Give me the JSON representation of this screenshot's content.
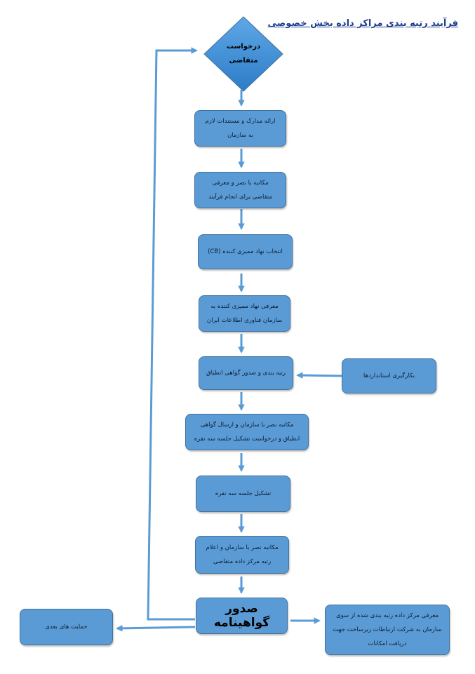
{
  "title": "فرآیند رتبه بندی مراکز داده بخش خصوصی",
  "start": {
    "line1": "درخواست",
    "line2": "متقاضی"
  },
  "steps": [
    "ارائه مدارک و مستندات لازم به سازمان",
    "مکاتبه با نصر و معرفی متقاضی برای انجام فرآیند",
    "انتخاب نهاد ممیزی کننده (CB)",
    "معرفی نهاد ممیزی کننده به سازمان فناوری اطلاعات ایران",
    "رتبه بندی و صدور گواهی انطباق",
    "مکاتبه نصر با سازمان و ارسال گواهی انطباق و درخواست تشکیل جلسه سه نفره",
    "تشکیل جلسه سه نفره",
    "مکاتبه نصر با سازمان و اعلام رتبه مرکز داده متقاضی"
  ],
  "standards": "بکارگیری استانداردها",
  "issue": "صدور گواهینامه",
  "support": "حمایت های بعدی",
  "introduce": "معرفی مرکز داده رتبه بندی شده از سوی سازمان به شرکت ارتباطات زیرساخت جهت دریافت امکانات",
  "colors": {
    "box": "#5b9bd5",
    "border": "#41719c",
    "arrow": "#5b9bd5",
    "title": "#1f3f8f"
  }
}
